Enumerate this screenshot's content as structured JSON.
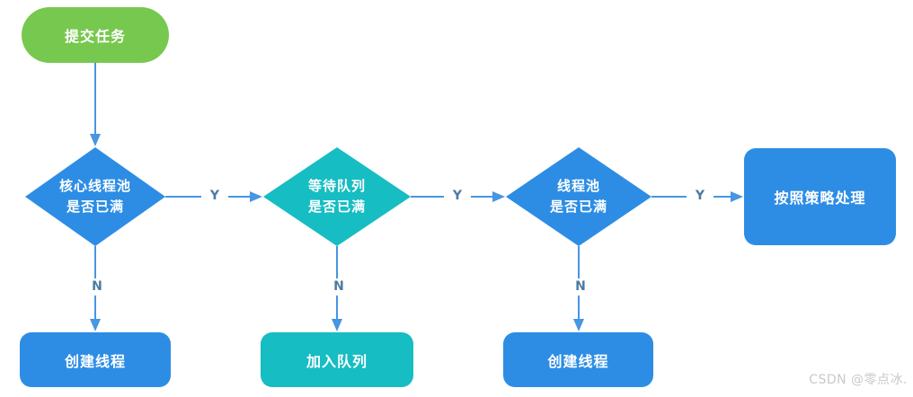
{
  "diagram": {
    "title_hint": "thread-pool task submission flowchart",
    "colors": {
      "green": "#77c84f",
      "blue": "#2d8de4",
      "teal": "#16bdc3",
      "line": "#4696e2",
      "edge_label": "#4d7aa3",
      "watermark": "#c9c9c9",
      "background": "#ffffff"
    },
    "nodes": {
      "start": {
        "label": "提交任务"
      },
      "decision1": {
        "line1": "核心线程池",
        "line2": "是否已满"
      },
      "decision2": {
        "line1": "等待队列",
        "line2": "是否已满"
      },
      "decision3": {
        "line1": "线程池",
        "line2": "是否已满"
      },
      "policy": {
        "label": "按照策略处理"
      },
      "create_thread_1": {
        "label": "创建线程"
      },
      "join_queue": {
        "label": "加入队列"
      },
      "create_thread_2": {
        "label": "创建线程"
      }
    },
    "edge_labels": {
      "yes": "Y",
      "no": "N"
    },
    "watermark": "CSDN @零点冰."
  }
}
